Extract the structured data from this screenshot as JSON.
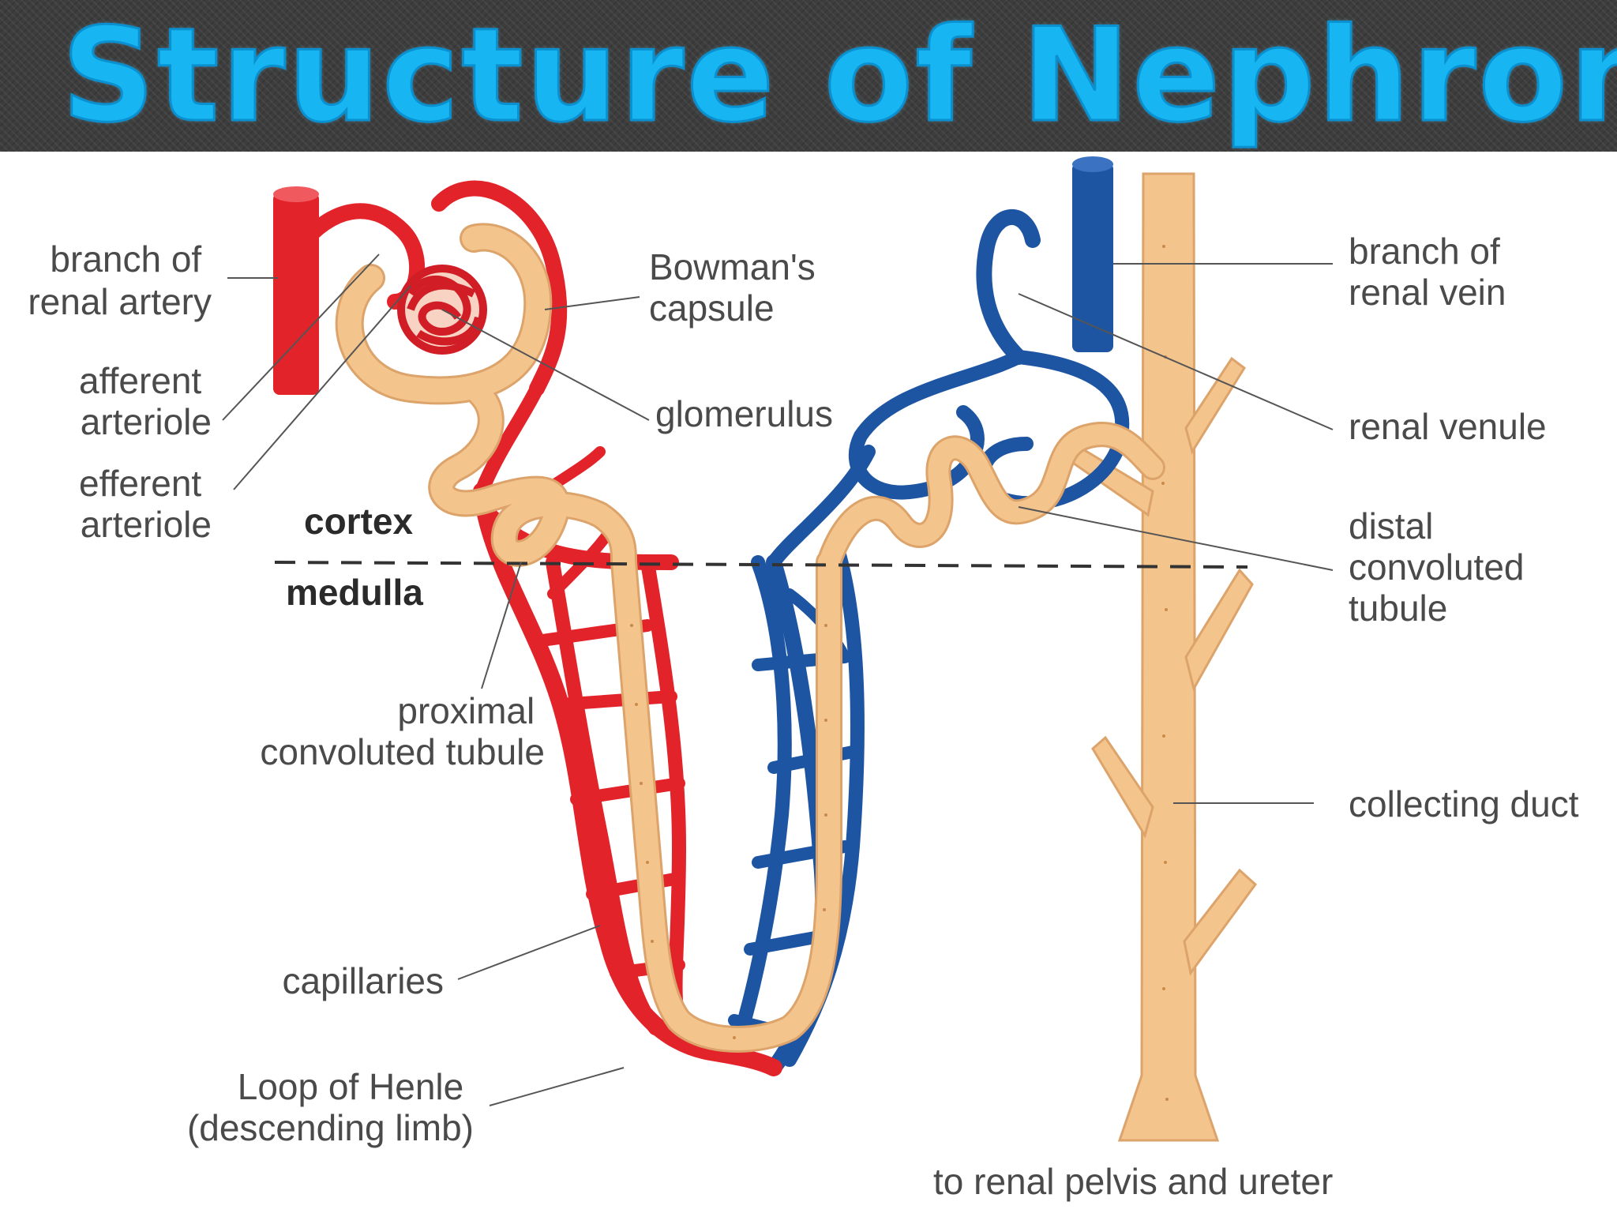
{
  "title": "Structure of Nephron",
  "colors": {
    "artery": "#e3232a",
    "vein": "#1d55a3",
    "tubule": "#f4c48d",
    "tubule_outline": "#dca36a",
    "title_text": "#17b6f2",
    "title_bar": "#3d3d3d",
    "label_text": "#4a4a4a"
  },
  "zones": {
    "cortex": "cortex",
    "medulla": "medulla"
  },
  "labels": {
    "branch_renal_artery": [
      "branch of",
      "renal artery"
    ],
    "afferent_arteriole": [
      "afferent",
      "arteriole"
    ],
    "efferent_arteriole": [
      "efferent",
      "arteriole"
    ],
    "bowmans_capsule": [
      "Bowman's",
      "capsule"
    ],
    "glomerulus": [
      "glomerulus"
    ],
    "proximal_tubule": [
      "proximal",
      "convoluted tubule"
    ],
    "capillaries": [
      "capillaries"
    ],
    "loop_of_henle": [
      "Loop of Henle",
      "(descending limb)"
    ],
    "branch_renal_vein": [
      "branch of",
      "renal vein"
    ],
    "renal_venule": [
      "renal venule"
    ],
    "distal_tubule": [
      "distal",
      "convoluted",
      "tubule"
    ],
    "collecting_duct": [
      "collecting duct"
    ],
    "renal_pelvis": [
      "to renal pelvis and ureter"
    ]
  }
}
